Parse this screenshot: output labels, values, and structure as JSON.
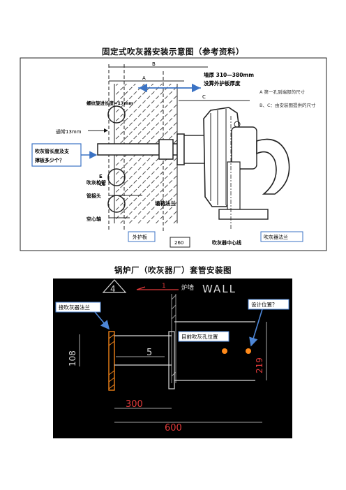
{
  "page": {
    "title_top": "固定式吹灰器安装示意图（参考资料）",
    "title_bottom": "锅炉厂（吹灰器厂）套管安装图"
  },
  "fig1": {
    "dim_b": "B",
    "dim_a": "A",
    "dim_c": "C",
    "wall_note_line1": "墙厚 310—380mm",
    "wall_note_line2": "没算外护板厚度",
    "thread_length": "螺纹旋进长度≈17mm",
    "pass_13": "通常13mm",
    "legend_a": "A 第一孔到端部的尺寸",
    "legend_bc": "B、C：由安装图提供的尺寸",
    "question_line1": "吹灰管长度及支",
    "question_line2": "撑板多少个？",
    "blow_tube": "吹灰枪管",
    "mark_e": "E",
    "mark_cl": "CL",
    "pipe_joint": "管接头",
    "wall_flange": "墙箱法兰",
    "hollow_shaft": "空心轴",
    "outer_plate": "外护板",
    "dim_260": "260",
    "center_line": "吹灰器中心线",
    "sootblower_flange": "吹灰器法兰"
  },
  "fig2": {
    "mark_4": "4",
    "furnace_wall": "炉墙",
    "wall_en": "WALL",
    "conn_flange": "接吹灰器法兰",
    "design_position": "设计位置？",
    "current_position": "目前吹灰孔位置",
    "dim_108": "108",
    "dim_5": "5",
    "dim_219": "219",
    "dim_300": "300",
    "dim_600": "600"
  }
}
